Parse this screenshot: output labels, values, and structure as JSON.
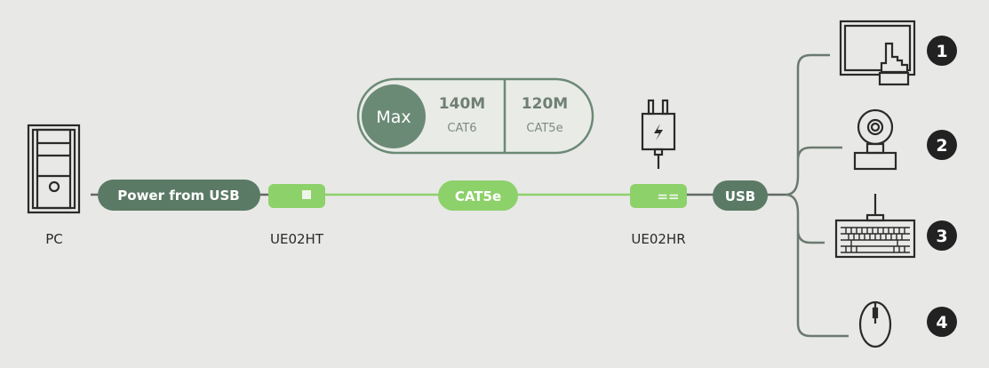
{
  "source": {
    "label": "PC",
    "cable_label": "Power from USB"
  },
  "transmitter": {
    "label": "UE02HT"
  },
  "cable": {
    "label": "CAT5e"
  },
  "receiver": {
    "label": "UE02HR",
    "symbol": "=="
  },
  "output": {
    "label": "USB"
  },
  "max_distance": {
    "title": "Max",
    "options": [
      {
        "distance": "140M",
        "cable": "CAT6"
      },
      {
        "distance": "120M",
        "cable": "CAT5e"
      }
    ]
  },
  "devices": [
    {
      "number": "1",
      "icon": "touchscreen-icon"
    },
    {
      "number": "2",
      "icon": "webcam-icon"
    },
    {
      "number": "3",
      "icon": "keyboard-icon"
    },
    {
      "number": "4",
      "icon": "mouse-icon"
    }
  ],
  "colors": {
    "dark_green": "#5b7a66",
    "light_green": "#8dd16a",
    "background": "#e8e8e6"
  }
}
